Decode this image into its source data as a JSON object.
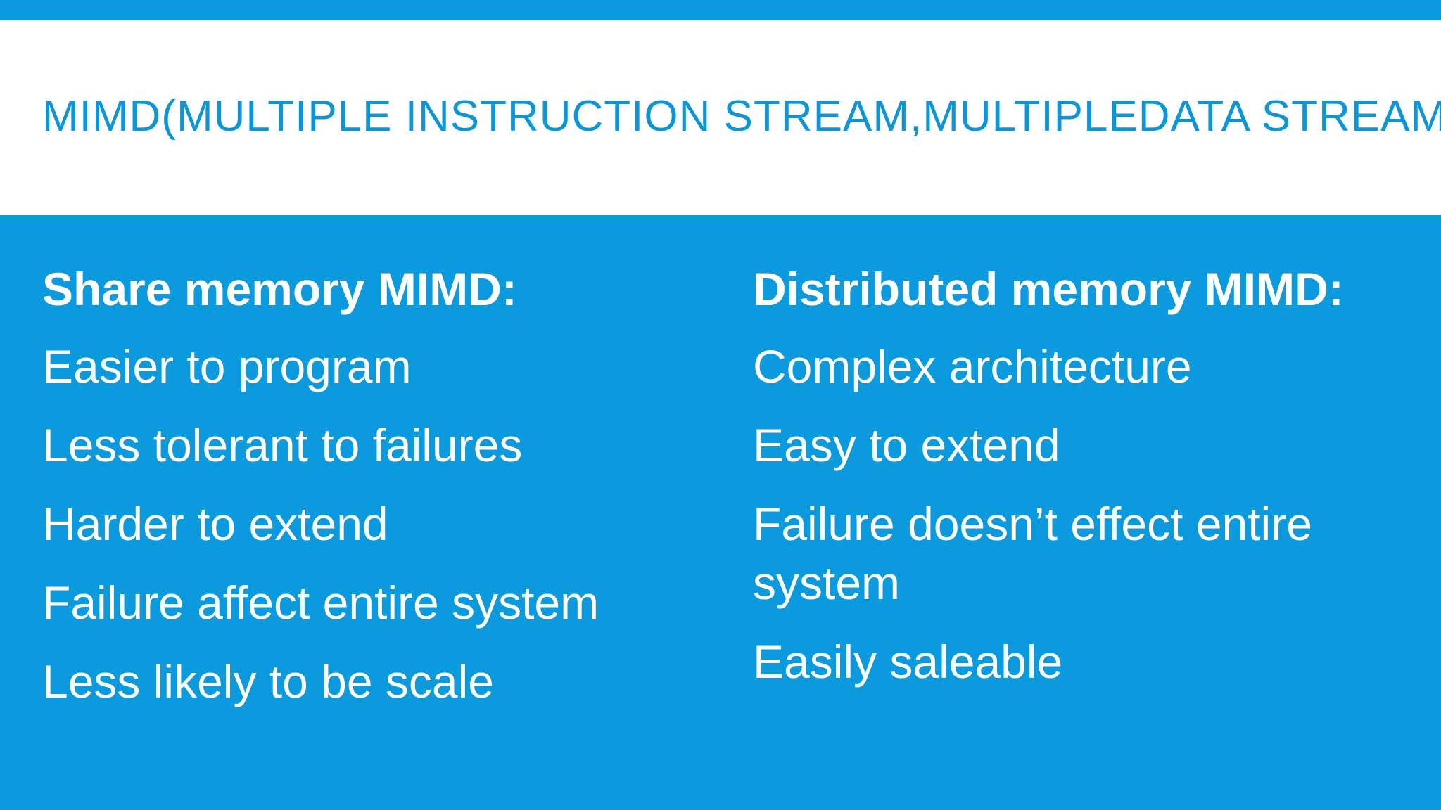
{
  "colors": {
    "accent": "#0a9add",
    "title_text": "#0a96d8",
    "body_text": "#ffffff",
    "header_background": "#ffffff"
  },
  "slide": {
    "title": "MIMD(MULTIPLE INSTRUCTION STREAM,MULTIPLEDATA STREAM",
    "left_column": {
      "heading": "Share memory MIMD:",
      "items": [
        "Easier to program",
        "Less tolerant to failures",
        "Harder to extend",
        "Failure affect entire system",
        "Less likely to be scale"
      ]
    },
    "right_column": {
      "heading": "Distributed memory MIMD:",
      "items": [
        "Complex architecture",
        "Easy to extend",
        "Failure doesn’t effect entire system",
        "Easily saleable"
      ]
    }
  }
}
